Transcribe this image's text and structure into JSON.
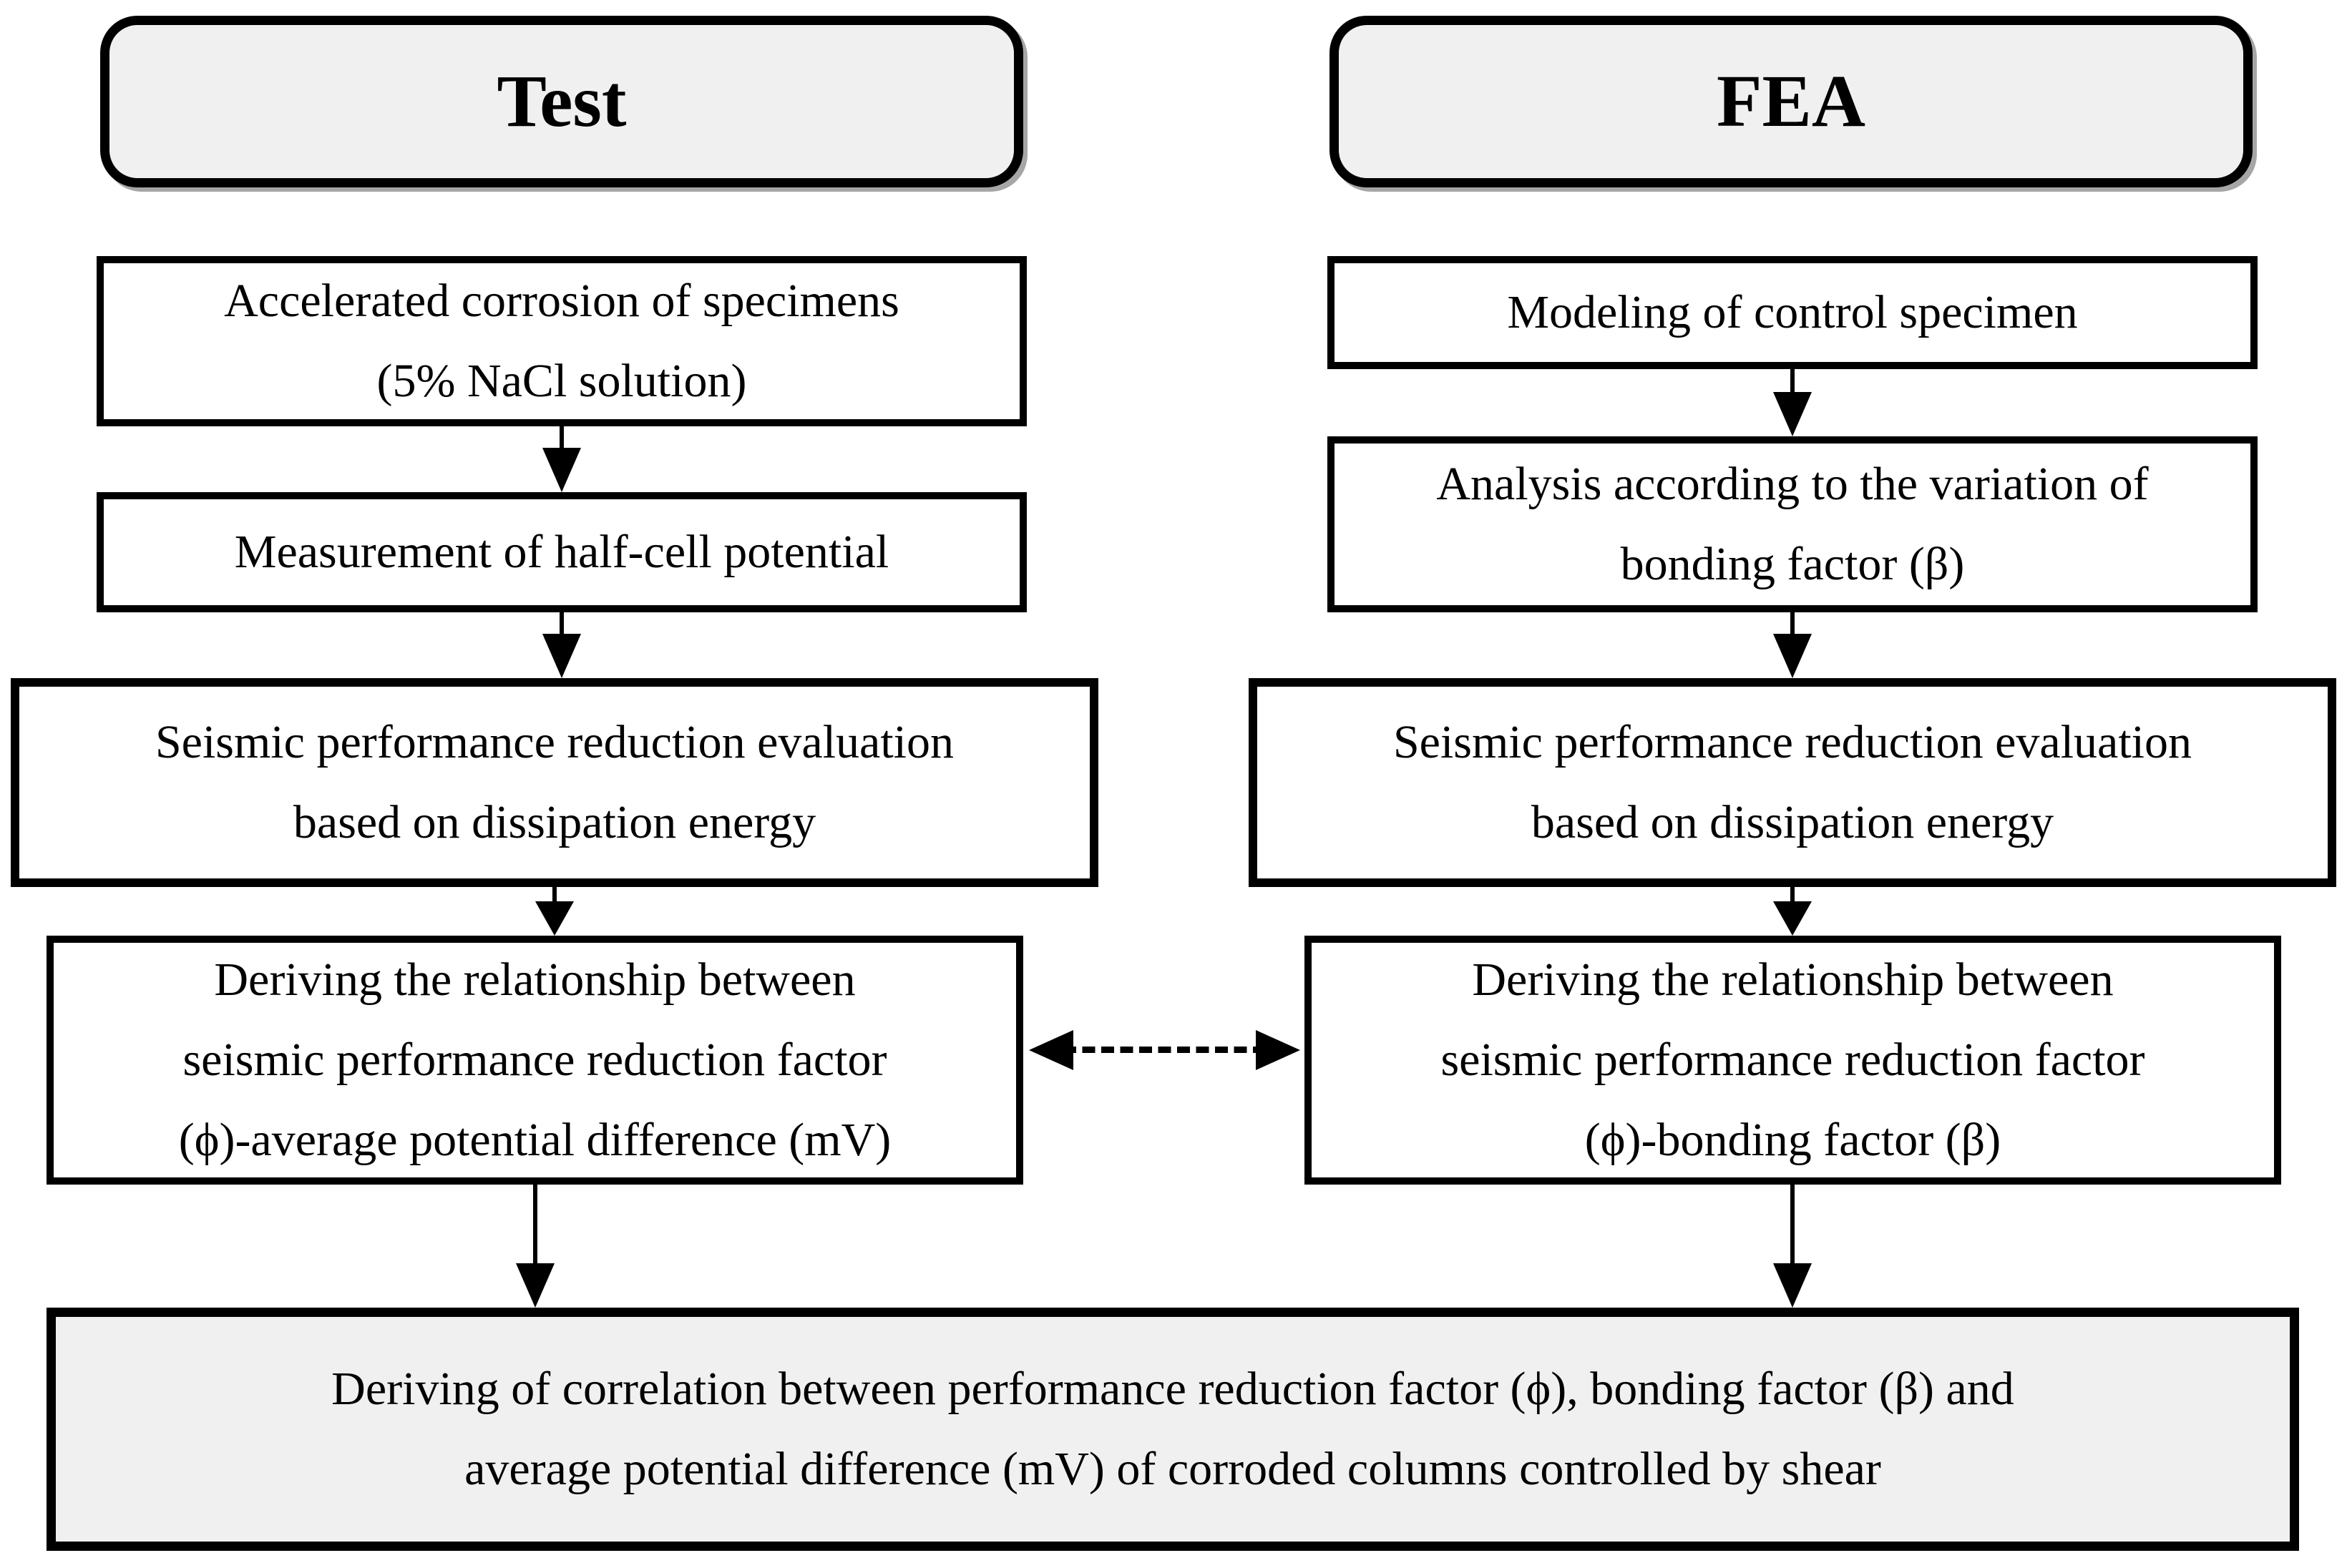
{
  "diagram": {
    "columns": [
      {
        "header": "Test",
        "boxes": [
          {
            "lines": [
              "Accelerated corrosion of specimens",
              "(5% NaCl solution)"
            ]
          },
          {
            "lines": [
              "Measurement of half-cell potential"
            ]
          },
          {
            "lines": [
              "Seismic performance reduction evaluation",
              "based on dissipation energy"
            ]
          },
          {
            "lines": [
              "Deriving the relationship between",
              "seismic performance reduction factor",
              "(ϕ)-average potential difference (mV)"
            ]
          }
        ]
      },
      {
        "header": "FEA",
        "boxes": [
          {
            "lines": [
              "Modeling of control specimen"
            ]
          },
          {
            "lines": [
              "Analysis according to the variation of",
              "bonding factor (β)"
            ]
          },
          {
            "lines": [
              "Seismic performance reduction evaluation",
              "based on dissipation energy"
            ]
          },
          {
            "lines": [
              "Deriving the relationship between",
              "seismic performance reduction factor",
              "(ϕ)-bonding factor (β)"
            ]
          }
        ]
      }
    ],
    "bottom_box": {
      "lines": [
        "Deriving of correlation between performance reduction factor (ϕ), bonding factor (β) and",
        "average potential difference (mV) of corroded columns controlled by shear"
      ]
    },
    "colors": {
      "header_fill": "#f0f0f0",
      "box_fill": "#ffffff",
      "line": "#000000"
    }
  }
}
